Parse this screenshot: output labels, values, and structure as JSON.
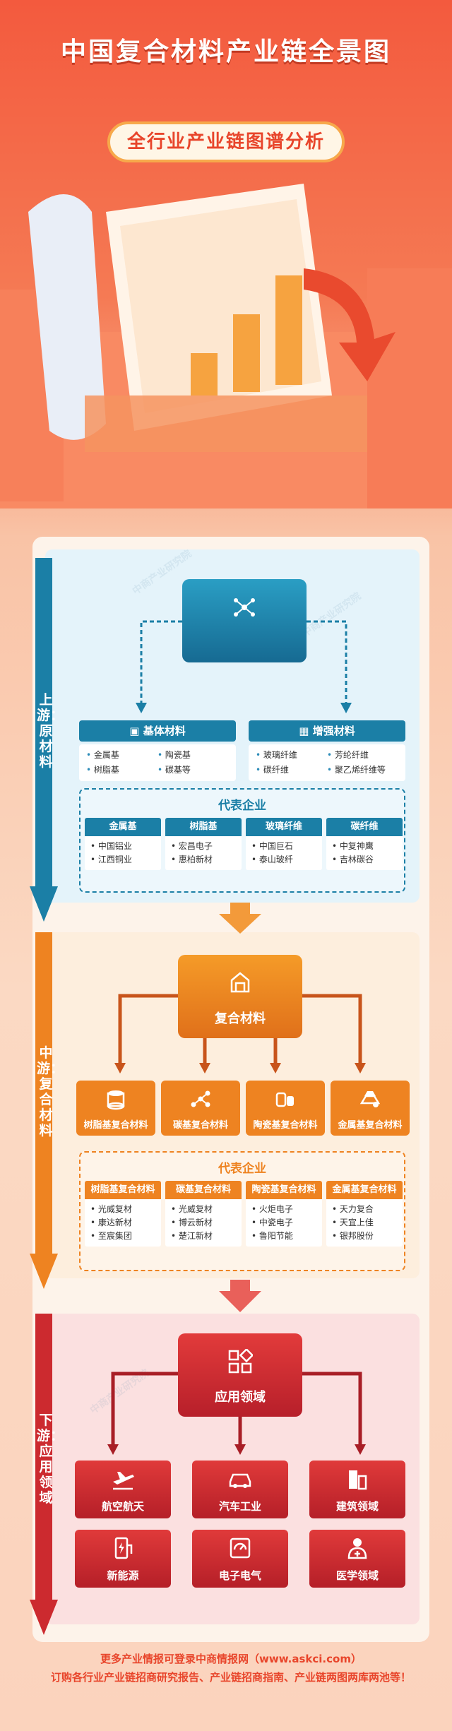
{
  "header": {
    "title": "中国复合材料产业链全景图",
    "subtitle": "全行业产业链图谱分析"
  },
  "colors": {
    "upstream": "#1b7fa6",
    "midstream": "#ee8321",
    "downstream": "#cc2a2f",
    "accent": "#e8452b"
  },
  "watermark": "中商产业研究院",
  "upstream": {
    "side_label": "上游：原材料",
    "hub_icon": "network-nodes-icon",
    "matrix": {
      "title": "基体材料",
      "items": [
        "金属基",
        "陶瓷基",
        "树脂基",
        "碳基等"
      ]
    },
    "reinforcement": {
      "title": "增强材料",
      "items": [
        "玻璃纤维",
        "芳纶纤维",
        "碳纤维",
        "聚乙烯纤维等"
      ]
    },
    "reps": {
      "title": "代表企业",
      "columns": [
        {
          "head": "金属基",
          "items": [
            "中国铝业",
            "江西铜业"
          ]
        },
        {
          "head": "树脂基",
          "items": [
            "宏昌电子",
            "惠柏新材"
          ]
        },
        {
          "head": "玻璃纤维",
          "items": [
            "中国巨石",
            "泰山玻纤"
          ]
        },
        {
          "head": "碳纤维",
          "items": [
            "中复神鹰",
            "吉林碳谷"
          ]
        }
      ]
    }
  },
  "midstream": {
    "side_label": "中游：复合材料",
    "hub_label": "复合材料",
    "types": [
      {
        "label": "树脂基复合材料",
        "icon": "resin-barrel-icon"
      },
      {
        "label": "碳基复合材料",
        "icon": "carbon-molecule-icon"
      },
      {
        "label": "陶瓷基复合材料",
        "icon": "ceramic-jar-icon"
      },
      {
        "label": "金属基复合材料",
        "icon": "metal-ingot-icon"
      }
    ],
    "reps": {
      "title": "代表企业",
      "columns": [
        {
          "head": "树脂基复合材料",
          "items": [
            "光威复材",
            "康达新材",
            "至宸集团"
          ]
        },
        {
          "head": "碳基复合材料",
          "items": [
            "光威复材",
            "博云新材",
            "楚江新材"
          ]
        },
        {
          "head": "陶瓷基复合材料",
          "items": [
            "火炬电子",
            "中瓷电子",
            "鲁阳节能"
          ]
        },
        {
          "head": "金属基复合材料",
          "items": [
            "天力复合",
            "天宜上佳",
            "银邦股份"
          ]
        }
      ]
    }
  },
  "downstream": {
    "side_label": "下游：应用领域",
    "hub_label": "应用领域",
    "apps": [
      {
        "label": "航空航天",
        "icon": "airplane-icon"
      },
      {
        "label": "汽车工业",
        "icon": "car-icon"
      },
      {
        "label": "建筑领域",
        "icon": "building-icon"
      },
      {
        "label": "新能源",
        "icon": "charging-pile-icon"
      },
      {
        "label": "电子电气",
        "icon": "meter-icon"
      },
      {
        "label": "医学领域",
        "icon": "doctor-icon"
      }
    ]
  },
  "footer": {
    "line1": "更多产业情报可登录中商情报网（www.askci.com）",
    "line2": "订购各行业产业链招商研究报告、产业链招商指南、产业链两图两库两池等！"
  }
}
